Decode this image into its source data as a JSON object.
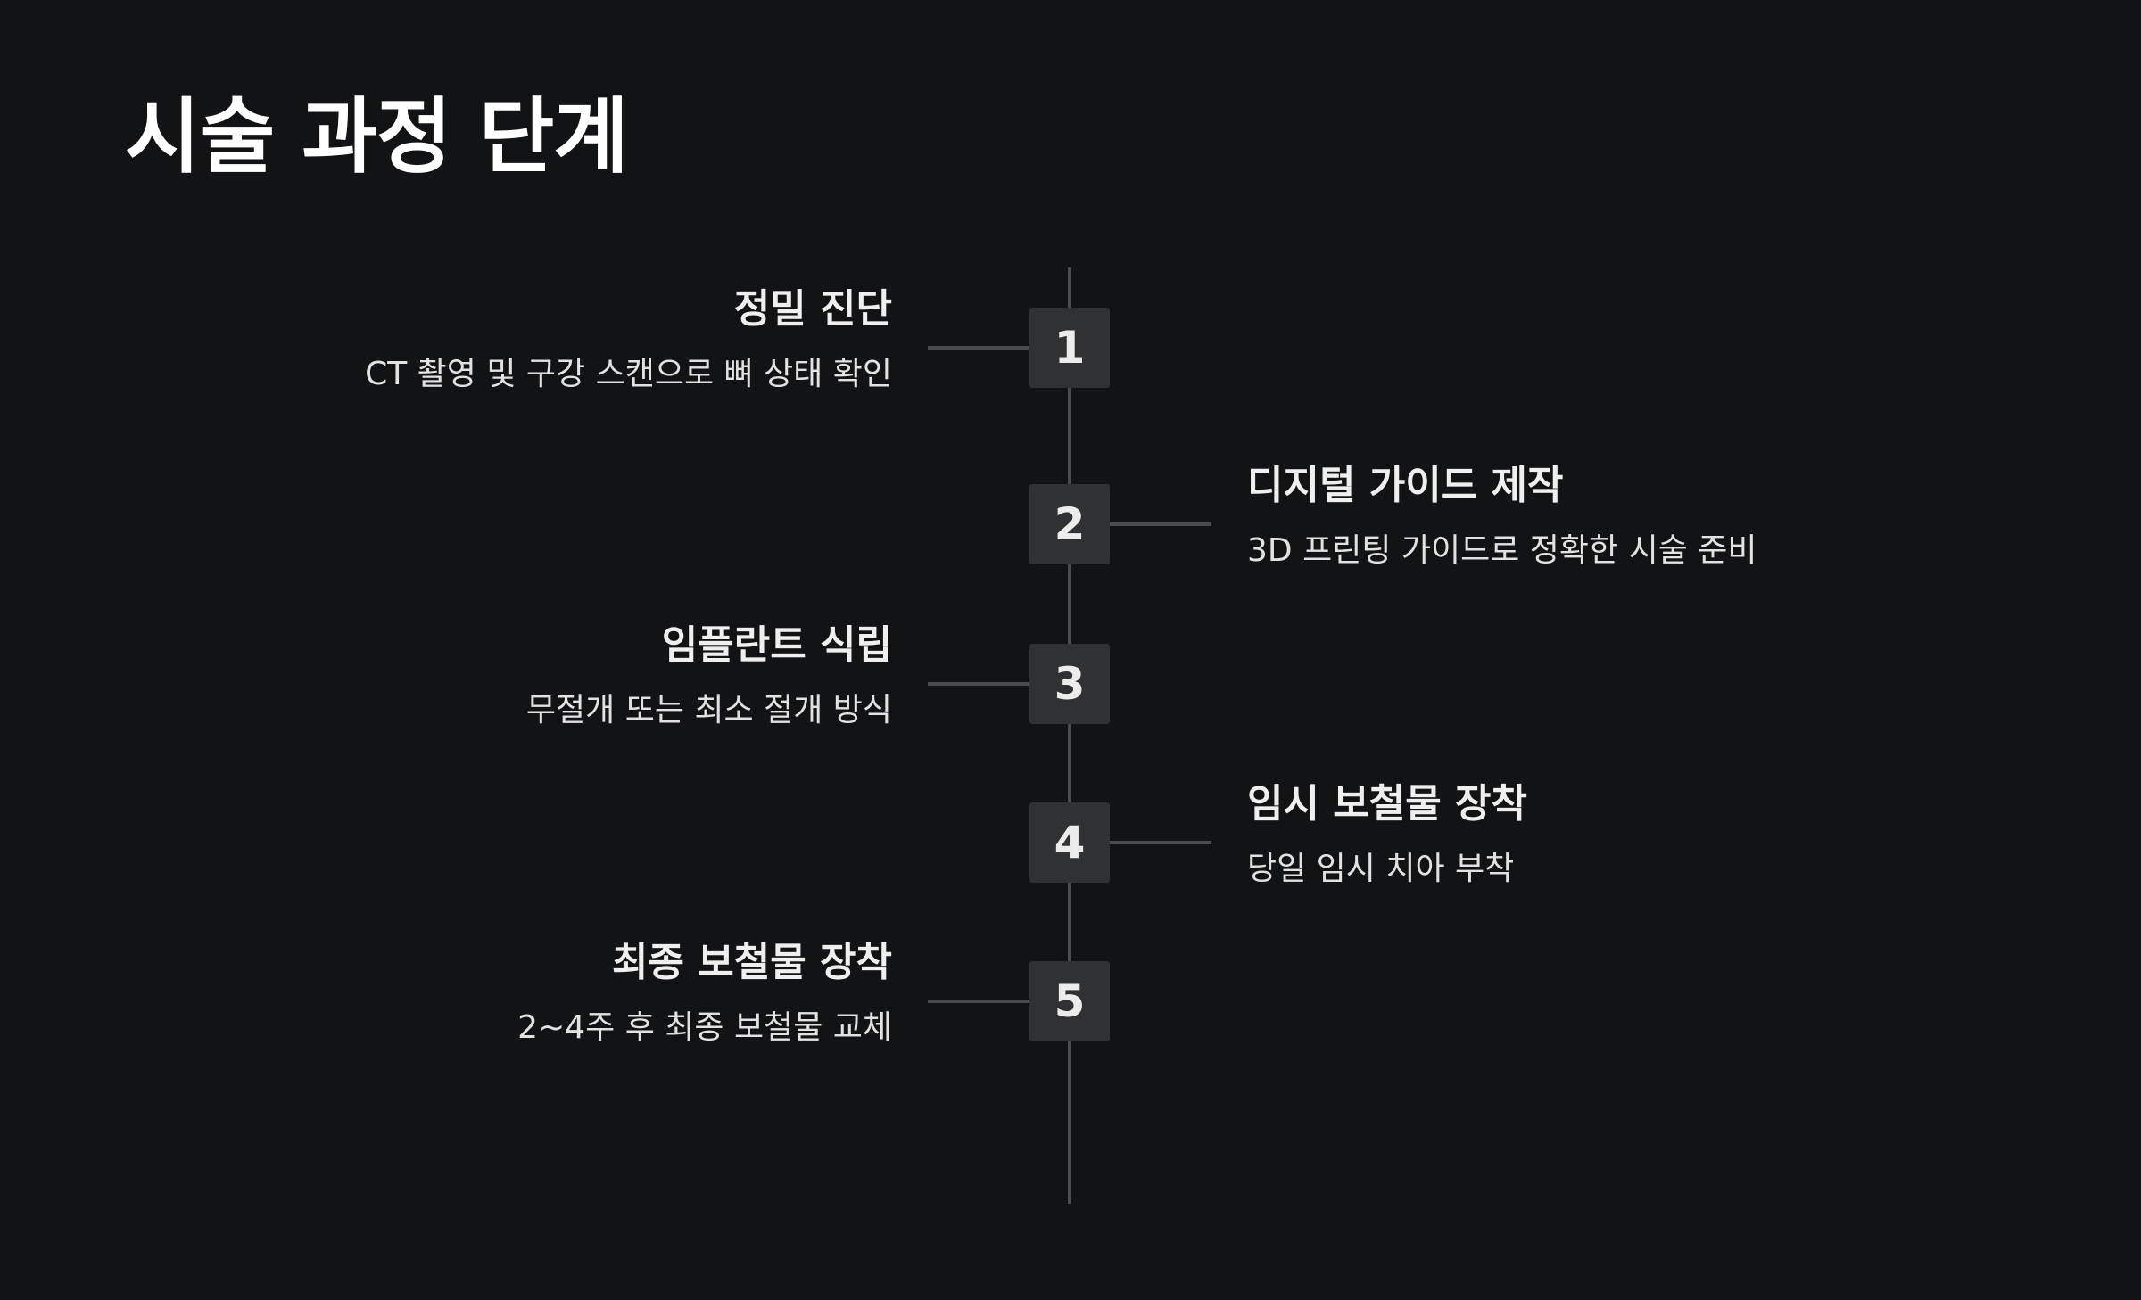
{
  "title": "시술 과정 단계",
  "steps": [
    {
      "number": "1",
      "title": "정밀 진단",
      "description": "CT 촬영 및 구강 스캔으로 뼈 상태 확인",
      "side": "left"
    },
    {
      "number": "2",
      "title": "디지털 가이드 제작",
      "description": "3D 프린팅 가이드로 정확한 시술 준비",
      "side": "right"
    },
    {
      "number": "3",
      "title": "임플란트 식립",
      "description": "무절개 또는 최소 절개 방식",
      "side": "left"
    },
    {
      "number": "4",
      "title": "임시 보철물 장착",
      "description": "당일 임시 치아 부착",
      "side": "right"
    },
    {
      "number": "5",
      "title": "최종 보철물 장착",
      "description": "2~4주 후 최종 보철물 교체",
      "side": "left"
    }
  ],
  "colors": {
    "background": "#121315",
    "box": "#303133",
    "line": "#4a4b4e",
    "text": "#efefef"
  }
}
